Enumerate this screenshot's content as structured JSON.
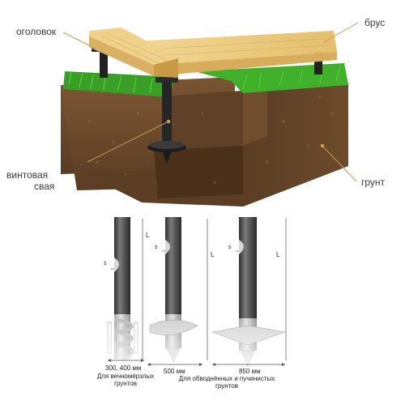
{
  "labels": {
    "ogolovok": "оголовок",
    "brus": "брус",
    "vintovaya_1": "винтовая",
    "vintovaya_2": "свая",
    "grunt": "грунт"
  },
  "dimensions": {
    "s": "s",
    "L": "L",
    "d1": "300, 400 мм",
    "d2": "500 мм",
    "d3": "850 мм",
    "caption1_line1": "Для вечномёрзлых",
    "caption1_line2": "грунтов",
    "caption2_line1": "Для обводнённых и пучинистых",
    "caption2_line2": "грунтов"
  },
  "colors": {
    "wood": "#e9c97a",
    "wood_dark": "#c99a45",
    "grass": "#3fae2a",
    "soil": "#6b4a2b",
    "soil_dark": "#4e331c",
    "pile": "#2a2a2a",
    "leader": "#c79a55",
    "shaft": "#4a4a4a"
  }
}
